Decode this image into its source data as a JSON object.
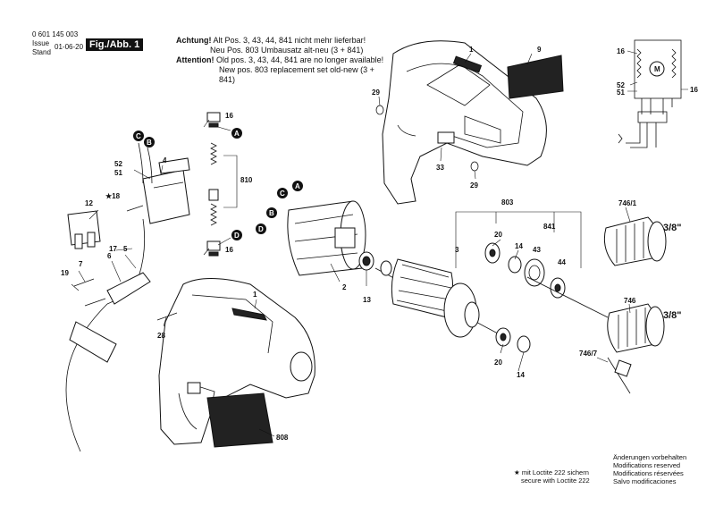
{
  "header": {
    "part_number": "0 601 145 003",
    "issue_label_1": "Issue",
    "issue_label_2": "Stand",
    "issue_date": "01-06-20",
    "figure_label": "Fig./Abb. 1"
  },
  "notice": {
    "achtung_label": "Achtung!",
    "achtung_line1": "Alt Pos. 3, 43, 44, 841 nicht mehr lieferbar!",
    "achtung_line2": "Neu Pos. 803 Umbausatz alt-neu (3 + 841)",
    "attention_label": "Attention!",
    "attention_line1": "Old pos. 3, 43, 44, 841 are no longer available!",
    "attention_line2": "New pos. 803 replacement set old-new (3 + 841)"
  },
  "labels": {
    "p1a": "1",
    "p9": "9",
    "p29a": "29",
    "p33": "33",
    "p29b": "29",
    "p16a": "16",
    "p810": "810",
    "p16b": "16",
    "p52a": "52",
    "p51a": "51",
    "p4": "4",
    "p18": "★18",
    "p12": "12",
    "p17": "17",
    "p5": "5",
    "p6": "6",
    "p7": "7",
    "p19": "19",
    "p2": "2",
    "p13": "13",
    "p1b": "1",
    "p28": "28",
    "p808": "808",
    "p803": "803",
    "p841": "841",
    "p20a": "20",
    "p14a": "14",
    "p20b": "20",
    "p14b": "14",
    "p3": "3",
    "p43": "43",
    "p44": "44",
    "p7461": "746/1",
    "p746": "746",
    "p7467": "746/7",
    "size1": "3/8\"",
    "size2": "3/8\"",
    "w16a": "16",
    "w52": "52",
    "w51": "51",
    "w16b": "16",
    "motor": "M"
  },
  "callouts": {
    "c1": "C",
    "b1": "B",
    "a1": "A",
    "d1": "D",
    "c2": "C",
    "a2": "A",
    "b2": "B",
    "d2": "D"
  },
  "footer": {
    "loctite_de": "mit Loctite 222 sichern",
    "loctite_en": "secure with Loctite 222",
    "mod_de": "Änderungen vorbehalten",
    "mod_en": "Modifications reserved",
    "mod_fr": "Modifications réservées",
    "mod_es": "Salvo modificaciones"
  }
}
